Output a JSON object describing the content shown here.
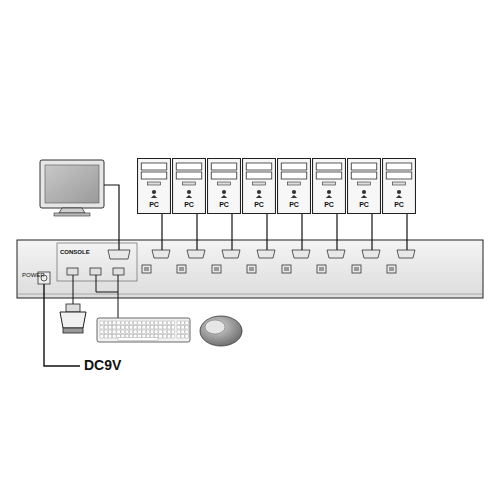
{
  "diagram": {
    "nodes": [
      {
        "text": [
          "CONSOLE",
          "POWER"
        ]
      },
      {
        "text": [
          "PC"
        ]
      },
      {
        "text": [
          "PC"
        ]
      },
      {
        "text": [
          "PC"
        ]
      },
      {
        "text": [
          "PC"
        ]
      },
      {
        "text": [
          "PC"
        ]
      },
      {
        "text": [
          "PC"
        ]
      },
      {
        "text": [
          "PC"
        ]
      },
      {
        "text": [
          "PC"
        ]
      }
    ],
    "edges": [
      {
        "from": 1,
        "to": 0,
        "arrow": "none"
      },
      {
        "from": 2,
        "to": 0,
        "arrow": "none"
      },
      {
        "from": 3,
        "to": 0,
        "arrow": "none"
      },
      {
        "from": 4,
        "to": 0,
        "arrow": "none"
      },
      {
        "from": 5,
        "to": 0,
        "arrow": "none"
      },
      {
        "from": 6,
        "to": 0,
        "arrow": "none"
      },
      {
        "from": 7,
        "to": 0,
        "arrow": "none"
      },
      {
        "from": 8,
        "to": 0,
        "arrow": "none"
      }
    ],
    "labels": [
      "DC9V"
    ]
  }
}
